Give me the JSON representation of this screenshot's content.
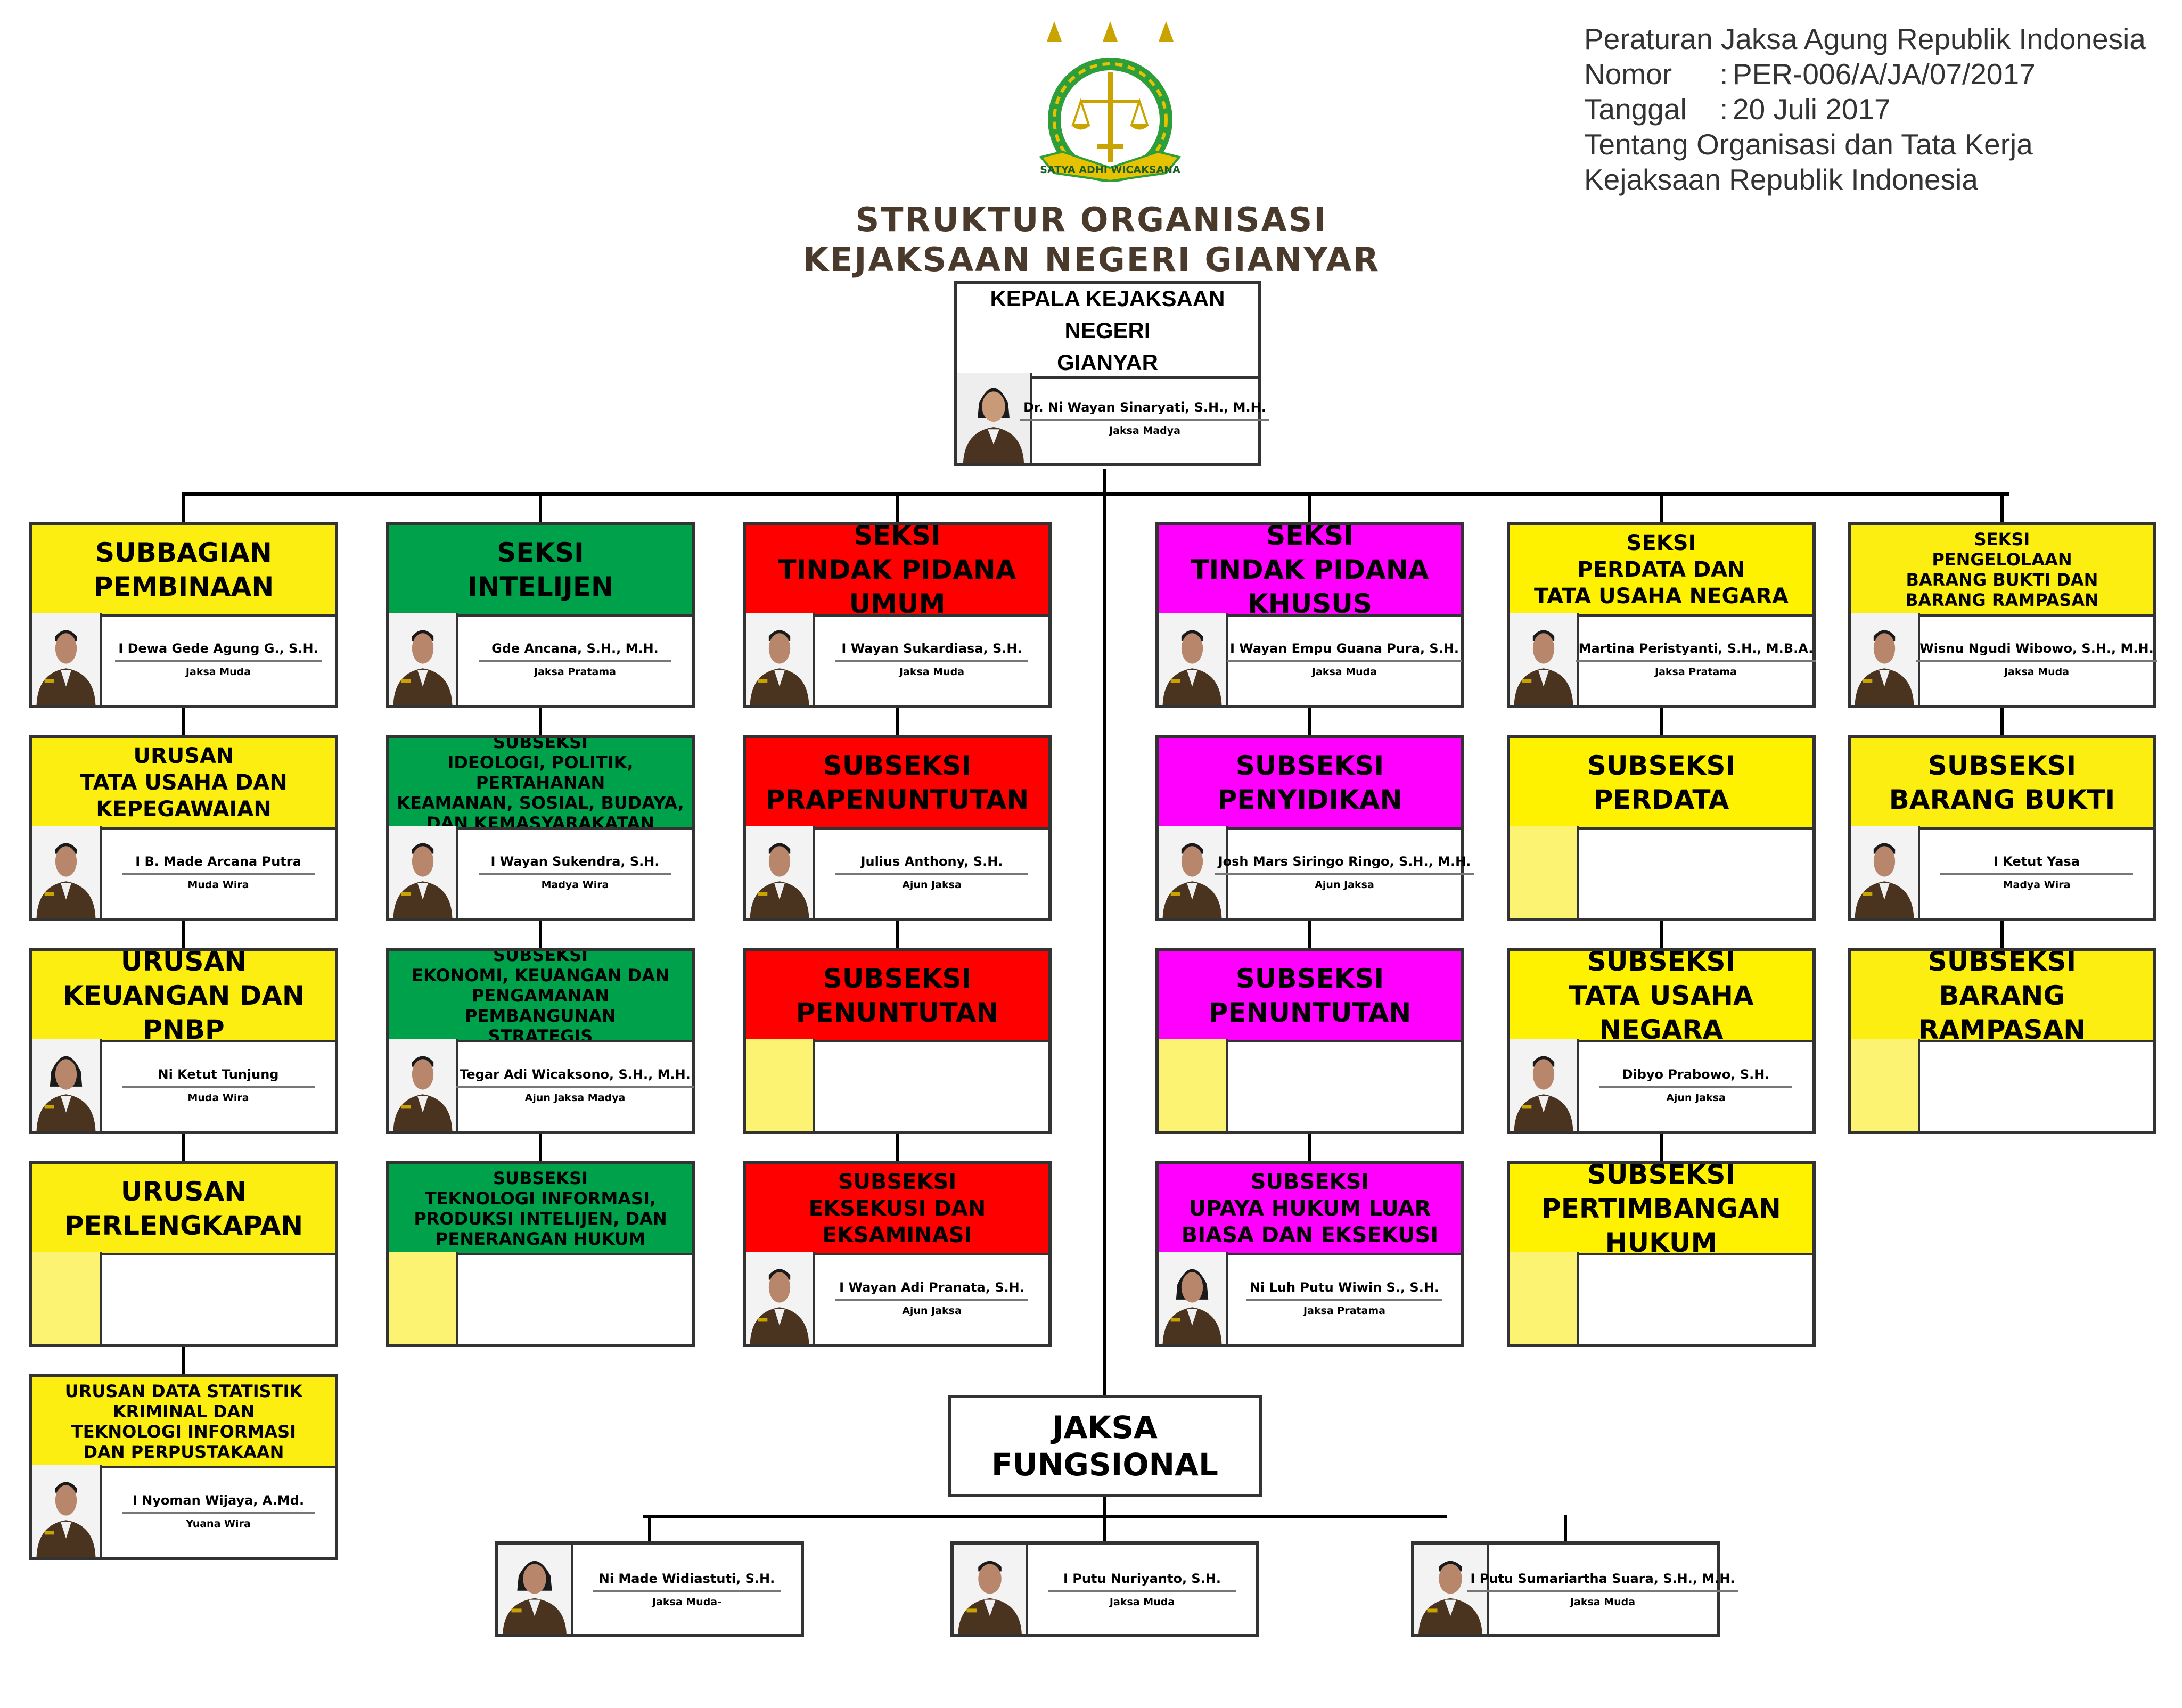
{
  "header": {
    "emblem_motto": "SATYA ADHI WICAKSANA",
    "regulation": [
      {
        "label": "",
        "sep": "",
        "value": "Peraturan Jaksa Agung Republik Indonesia"
      },
      {
        "label": "Nomor",
        "sep": ":",
        "value": "PER-006/A/JA/07/2017"
      },
      {
        "label": "Tanggal",
        "sep": ":",
        "value": "20 Juli 2017"
      },
      {
        "label": "",
        "sep": "",
        "value": "Tentang Organisasi dan Tata Kerja"
      },
      {
        "label": "",
        "sep": "",
        "value": "Kejaksaan Republik Indonesia"
      }
    ],
    "title_line1": "STRUKTUR ORGANISASI",
    "title_line2": "KEJAKSAAN NEGERI GIANYAR"
  },
  "kepala": {
    "title": "KEPALA KEJAKSAAN NEGERI\nGIANYAR",
    "name": "Dr. Ni Wayan Sinaryati, S.H., M.H.",
    "rank": "Jaksa Madya"
  },
  "columns": [
    {
      "id": "pembinaan",
      "units": [
        {
          "title": "SUBBAGIAN\nPEMBINAAN",
          "color": "#fbee10",
          "name": "I Dewa Gede Agung G., S.H.",
          "rank": "Jaksa Muda",
          "photo": "male"
        },
        {
          "title": "URUSAN\nTATA USAHA DAN\nKEPEGAWAIAN",
          "color": "#fbee10",
          "name": "I B. Made Arcana Putra",
          "rank": "Muda Wira",
          "photo": "male"
        },
        {
          "title": "URUSAN\nKEUANGAN DAN PNBP",
          "color": "#fbee10",
          "name": "Ni Ketut Tunjung",
          "rank": "Muda Wira",
          "photo": "female"
        },
        {
          "title": "URUSAN\nPERLENGKAPAN",
          "color": "#fbee10",
          "name": "",
          "rank": "",
          "photo": "vacant"
        },
        {
          "title": "URUSAN DATA STATISTIK\nKRIMINAL DAN\nTEKNOLOGI INFORMASI\nDAN PERPUSTAKAAN",
          "color": "#fbee10",
          "name": "I Nyoman Wijaya, A.Md.",
          "rank": "Yuana Wira",
          "photo": "male"
        }
      ]
    },
    {
      "id": "intelijen",
      "units": [
        {
          "title": "SEKSI\nINTELIJEN",
          "color": "#00a14b",
          "name": "Gde Ancana, S.H., M.H.",
          "rank": "Jaksa Pratama",
          "photo": "male"
        },
        {
          "title": "SUBSEKSI\nIDEOLOGI, POLITIK, PERTAHANAN\nKEAMANAN, SOSIAL, BUDAYA,\nDAN KEMASYARAKATAN",
          "color": "#00a14b",
          "name": "I Wayan Sukendra, S.H.",
          "rank": "Madya Wira",
          "photo": "male"
        },
        {
          "title": "SUBSEKSI\nEKONOMI, KEUANGAN DAN\nPENGAMANAN PEMBANGUNAN\nSTRATEGIS",
          "color": "#00a14b",
          "name": "Tegar Adi Wicaksono, S.H., M.H.",
          "rank": "Ajun Jaksa Madya",
          "photo": "male"
        },
        {
          "title": "SUBSEKSI\nTEKNOLOGI INFORMASI,\nPRODUKSI INTELIJEN, DAN\nPENERANGAN HUKUM",
          "color": "#00a14b",
          "name": "",
          "rank": "",
          "photo": "vacant"
        }
      ]
    },
    {
      "id": "pidum",
      "units": [
        {
          "title": "SEKSI\nTINDAK PIDANA UMUM",
          "color": "#ff0000",
          "name": "I Wayan Sukardiasa, S.H.",
          "rank": "Jaksa Muda",
          "photo": "male"
        },
        {
          "title": "SUBSEKSI\nPRAPENUNTUTAN",
          "color": "#ff0000",
          "name": "Julius Anthony, S.H.",
          "rank": "Ajun Jaksa",
          "photo": "male"
        },
        {
          "title": "SUBSEKSI\nPENUNTUTAN",
          "color": "#ff0000",
          "name": "",
          "rank": "",
          "photo": "vacant"
        },
        {
          "title": "SUBSEKSI\nEKSEKUSI DAN\nEKSAMINASI",
          "color": "#ff0000",
          "name": "I Wayan Adi Pranata, S.H.",
          "rank": "Ajun Jaksa",
          "photo": "male"
        }
      ]
    },
    {
      "id": "pidsus",
      "units": [
        {
          "title": "SEKSI\nTINDAK PIDANA KHUSUS",
          "color": "#ff00ff",
          "name": "I Wayan Empu Guana Pura, S.H.",
          "rank": "Jaksa Muda",
          "photo": "male"
        },
        {
          "title": "SUBSEKSI\nPENYIDIKAN",
          "color": "#ff00ff",
          "name": "Josh Mars Siringo Ringo, S.H., M.H.",
          "rank": "Ajun Jaksa",
          "photo": "male"
        },
        {
          "title": "SUBSEKSI\nPENUNTUTAN",
          "color": "#ff00ff",
          "name": "",
          "rank": "",
          "photo": "vacant"
        },
        {
          "title": "SUBSEKSI\nUPAYA HUKUM LUAR\nBIASA DAN EKSEKUSI",
          "color": "#ff00ff",
          "name": "Ni Luh Putu Wiwin S., S.H.",
          "rank": "Jaksa Pratama",
          "photo": "female"
        }
      ]
    },
    {
      "id": "datun",
      "units": [
        {
          "title": "SEKSI\nPERDATA DAN\nTATA USAHA NEGARA",
          "color": "#fff200",
          "name": "Martina Peristyanti, S.H., M.B.A.",
          "rank": "Jaksa Pratama",
          "photo": "male"
        },
        {
          "title": "SUBSEKSI\nPERDATA",
          "color": "#fff200",
          "name": "",
          "rank": "",
          "photo": "vacant"
        },
        {
          "title": "SUBSEKSI\nTATA USAHA NEGARA",
          "color": "#fff200",
          "name": "Dibyo Prabowo, S.H.",
          "rank": "Ajun Jaksa",
          "photo": "male"
        },
        {
          "title": "SUBSEKSI\nPERTIMBANGAN HUKUM",
          "color": "#fff200",
          "name": "",
          "rank": "",
          "photo": "vacant"
        }
      ]
    },
    {
      "id": "barbuk",
      "units": [
        {
          "title": "SEKSI\nPENGELOLAAN\nBARANG BUKTI DAN\nBARANG RAMPASAN",
          "color": "#fbee10",
          "name": "Wisnu Ngudi Wibowo, S.H., M.H.",
          "rank": "Jaksa Muda",
          "photo": "male"
        },
        {
          "title": "SUBSEKSI\nBARANG BUKTI",
          "color": "#fbee10",
          "name": "I Ketut Yasa",
          "rank": "Madya Wira",
          "photo": "male"
        },
        {
          "title": "SUBSEKSI\nBARANG RAMPASAN",
          "color": "#fbee10",
          "name": "",
          "rank": "",
          "photo": "vacant"
        }
      ]
    }
  ],
  "jaksa_fungsional": {
    "title": "JAKSA\nFUNGSIONAL",
    "members": [
      {
        "name": "Ni Made Widiastuti, S.H.",
        "rank": "Jaksa Muda-",
        "photo": "female"
      },
      {
        "name": "I Putu Nuriyanto, S.H.",
        "rank": "Jaksa Muda",
        "photo": "male"
      },
      {
        "name": "I Putu Sumariartha Suara, S.H., M.H.",
        "rank": "Jaksa Muda",
        "photo": "male"
      }
    ]
  }
}
